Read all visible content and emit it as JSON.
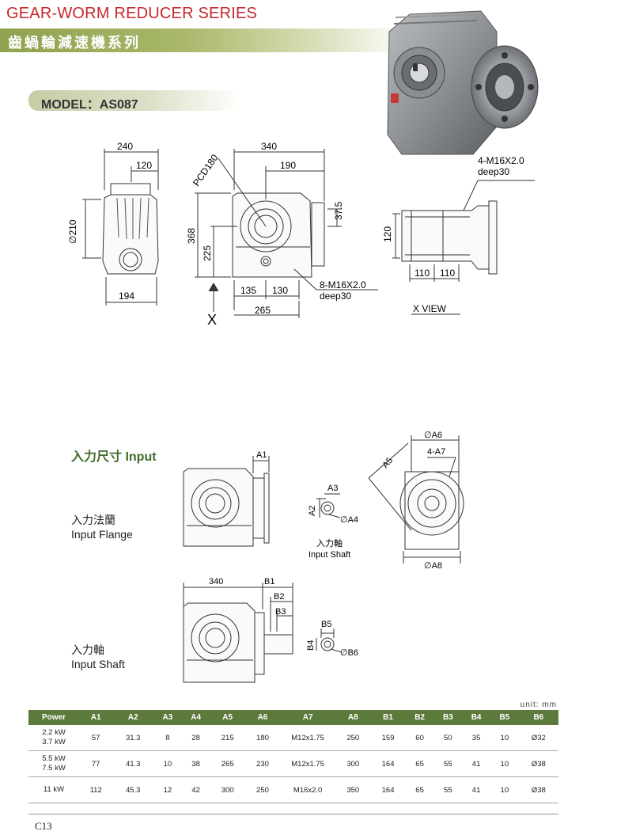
{
  "header": {
    "title": "GEAR-WORM REDUCER SERIES",
    "subtitle": "齒蝸輪減速機系列"
  },
  "model": {
    "label": "MODEL：AS087"
  },
  "drawing": {
    "dims": {
      "d240": "240",
      "d120": "120",
      "d210": "∅210",
      "d194": "194",
      "d340": "340",
      "d190": "190",
      "pcd": "PCD180",
      "d37_5": "37.5",
      "d368": "368",
      "d225": "225",
      "d135": "135",
      "d130": "130",
      "d265": "265",
      "top_thread_1": "4-M16X2.0",
      "top_thread_2": "deep30",
      "bottom_thread_1": "8-M16X2.0",
      "bottom_thread_2": "deep30",
      "x_letter": "X",
      "xv120": "120",
      "xv110a": "110",
      "xv110b": "110",
      "x_view": "X VIEW"
    }
  },
  "input_section": {
    "title": "入力尺寸 Input",
    "flange_label_cn": "入力法蘭",
    "flange_label_en": "Input Flange",
    "shaft_label_cn": "入力軸",
    "shaft_label_en": "Input Shaft",
    "flange_dims": {
      "a1": "A1",
      "a2": "A2",
      "a3": "A3",
      "a4": "∅A4",
      "a5": "A5",
      "a6": "∅A6",
      "a7": "4-A7",
      "a8": "∅A8",
      "shaft_cn": "入力軸",
      "shaft_en": "Input Shaft"
    },
    "shaft_dims": {
      "d340": "340",
      "b1": "B1",
      "b2": "B2",
      "b3": "B3",
      "b4": "B4",
      "b5": "B5",
      "b6": "∅B6"
    }
  },
  "table": {
    "unit": "unit: mm",
    "headers": [
      "Power",
      "A1",
      "A2",
      "A3",
      "A4",
      "A5",
      "A6",
      "A7",
      "A8",
      "B1",
      "B2",
      "B3",
      "B4",
      "B5",
      "B6"
    ],
    "rows": [
      {
        "power": [
          "2.2 kW",
          "3.7 kW"
        ],
        "cells": [
          "57",
          "31.3",
          "8",
          "28",
          "215",
          "180",
          "M12x1.75",
          "250",
          "159",
          "60",
          "50",
          "35",
          "10",
          "Ø32"
        ]
      },
      {
        "power": [
          "5.5 kW",
          "7.5 kW"
        ],
        "cells": [
          "77",
          "41.3",
          "10",
          "38",
          "265",
          "230",
          "M12x1.75",
          "300",
          "164",
          "65",
          "55",
          "41",
          "10",
          "Ø38"
        ]
      },
      {
        "power": [
          "11 kW"
        ],
        "cells": [
          "112",
          "45.3",
          "12",
          "42",
          "300",
          "250",
          "M16x2.0",
          "350",
          "164",
          "65",
          "55",
          "41",
          "10",
          "Ø38"
        ]
      }
    ]
  },
  "footer": {
    "page": "C13"
  },
  "colors": {
    "title_red": "#c8262b",
    "band_green": "#8fa24f",
    "table_header": "#5c7a3c"
  }
}
